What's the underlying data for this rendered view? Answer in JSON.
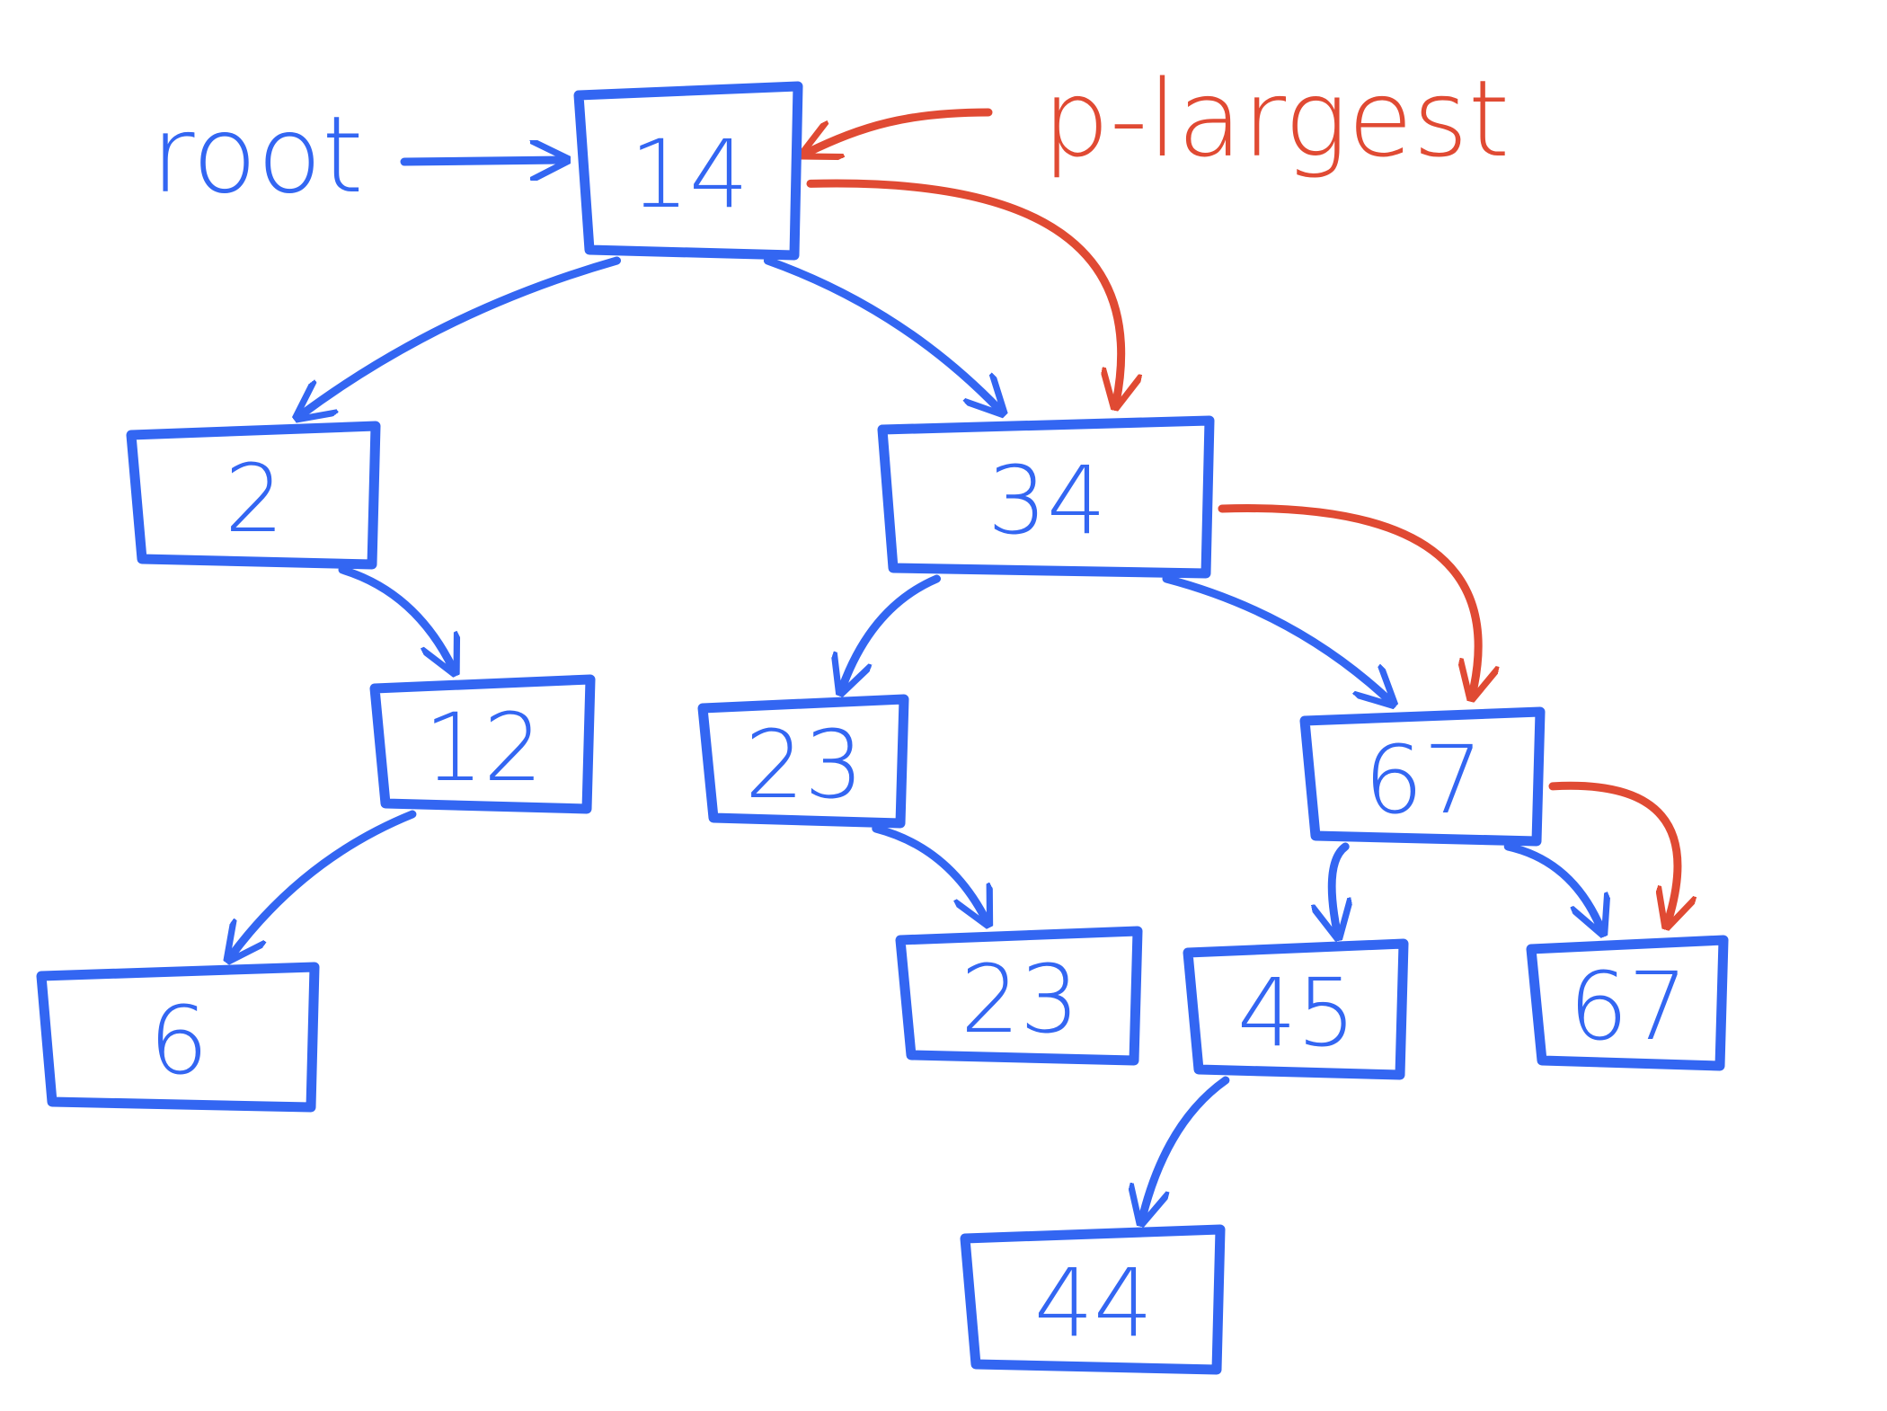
{
  "colors": {
    "tree": "#3366f2",
    "highlight": "#e04a33"
  },
  "root_label": "root",
  "pointer_label": "p-largest",
  "nodes": [
    {
      "id": "n14",
      "value": "14"
    },
    {
      "id": "n2",
      "value": "2"
    },
    {
      "id": "n34",
      "value": "34"
    },
    {
      "id": "n12",
      "value": "12"
    },
    {
      "id": "n23a",
      "value": "23"
    },
    {
      "id": "n67a",
      "value": "67"
    },
    {
      "id": "n6",
      "value": "6"
    },
    {
      "id": "n23b",
      "value": "23"
    },
    {
      "id": "n45",
      "value": "45"
    },
    {
      "id": "n67b",
      "value": "67"
    },
    {
      "id": "n44",
      "value": "44"
    }
  ],
  "edges": [
    {
      "from": "n14",
      "to": "n2"
    },
    {
      "from": "n14",
      "to": "n34"
    },
    {
      "from": "n2",
      "to": "n12"
    },
    {
      "from": "n34",
      "to": "n23a"
    },
    {
      "from": "n34",
      "to": "n67a"
    },
    {
      "from": "n12",
      "to": "n6"
    },
    {
      "from": "n23a",
      "to": "n23b"
    },
    {
      "from": "n67a",
      "to": "n45"
    },
    {
      "from": "n67a",
      "to": "n67b"
    },
    {
      "from": "n45",
      "to": "n44"
    }
  ],
  "pointer_path": [
    "n14",
    "n34",
    "n67a",
    "n67b"
  ]
}
